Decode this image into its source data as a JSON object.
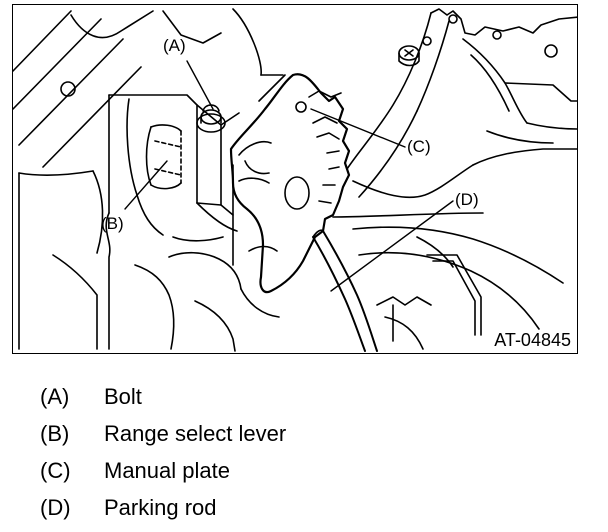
{
  "figure": {
    "callouts": {
      "a": "(A)",
      "b": "(B)",
      "c": "(C)",
      "d": "(D)"
    },
    "figure_id": "AT-04845"
  },
  "legend": [
    {
      "letter": "(A)",
      "text": "Bolt"
    },
    {
      "letter": "(B)",
      "text": "Range select lever"
    },
    {
      "letter": "(C)",
      "text": "Manual plate"
    },
    {
      "letter": "(D)",
      "text": "Parking rod"
    }
  ]
}
